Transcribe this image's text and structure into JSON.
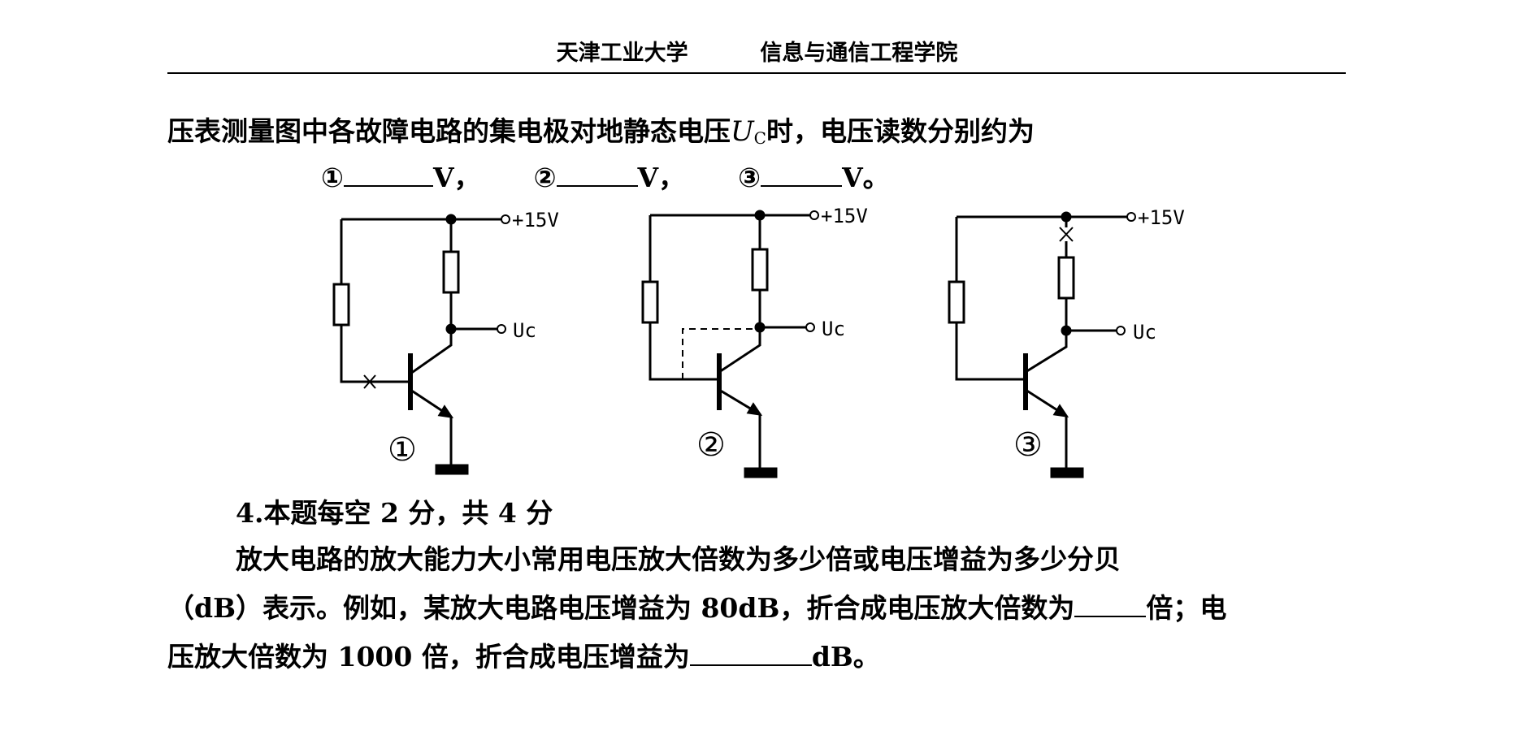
{
  "header": {
    "university": "天津工业大学",
    "school": "信息与通信工程学院"
  },
  "question3": {
    "line1_text": "压表测量图中各故障电路的集电极对地静态电压",
    "symbol_u": "U",
    "symbol_sub": "C",
    "line1_tail": "时，电压读数分别约为",
    "answers": [
      {
        "mark": "①",
        "unit": "V，"
      },
      {
        "mark": "②",
        "unit": "V，"
      },
      {
        "mark": "③",
        "unit": "V。"
      }
    ]
  },
  "circuits": [
    {
      "label": "①",
      "supply": "+15V",
      "output": "Uc",
      "fault": "base-open"
    },
    {
      "label": "②",
      "supply": "+15V",
      "output": "Uc",
      "fault": "base-collector-short"
    },
    {
      "label": "③",
      "supply": "+15V",
      "output": "Uc",
      "fault": "collector-open"
    }
  ],
  "question4": {
    "heading": "4.本题每空 2 分，共 4 分",
    "para_l1": "放大电路的放大能力大小常用电压放大倍数为多少倍或电压增益为多少分贝",
    "para_l2a": "（dB）表示。例如，某放大电路电压增益为 80dB，折合成电压放大倍数为",
    "para_l2b": "倍；电",
    "para_l3a": "压放大倍数为 1000 倍，折合成电压增益为",
    "para_l3b": "dB。"
  }
}
